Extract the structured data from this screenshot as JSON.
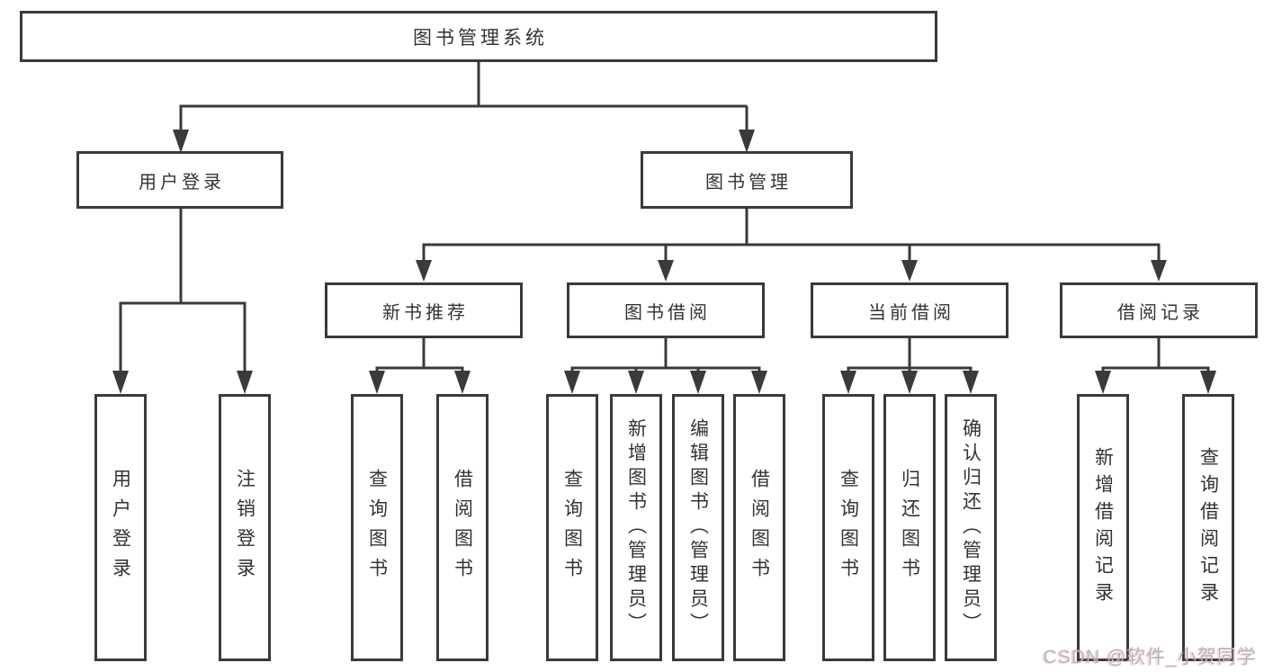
{
  "diagram": {
    "root": "图书管理系统",
    "branches": {
      "user_login": "用户登录",
      "book_mgmt": "图书管理"
    },
    "modules": {
      "new_book_rec": "新书推荐",
      "book_borrow": "图书借阅",
      "current_borrow": "当前借阅",
      "borrow_records": "借阅记录"
    },
    "leaves": {
      "user_login_leaf": "用户登录",
      "logout": "注销登录",
      "nbr_query_book": "查询图书",
      "nbr_borrow_book": "借阅图书",
      "bb_query_book": "查询图书",
      "bb_add_book": "新增图书（管理员）",
      "bb_edit_book": "编辑图书（管理员）",
      "bb_borrow_book": "借阅图书",
      "cb_query_book": "查询图书",
      "cb_return_book": "归还图书",
      "cb_confirm_return": "确认归还（管理员）",
      "br_add_record": "新增借阅记录",
      "br_query_record": "查询借阅记录"
    }
  },
  "watermark": "CSDN @软件_小贺同学",
  "colors": {
    "line": "#3a3a3a",
    "text": "#333333",
    "background": "#ffffff",
    "watermark": "#b3b6ba"
  }
}
